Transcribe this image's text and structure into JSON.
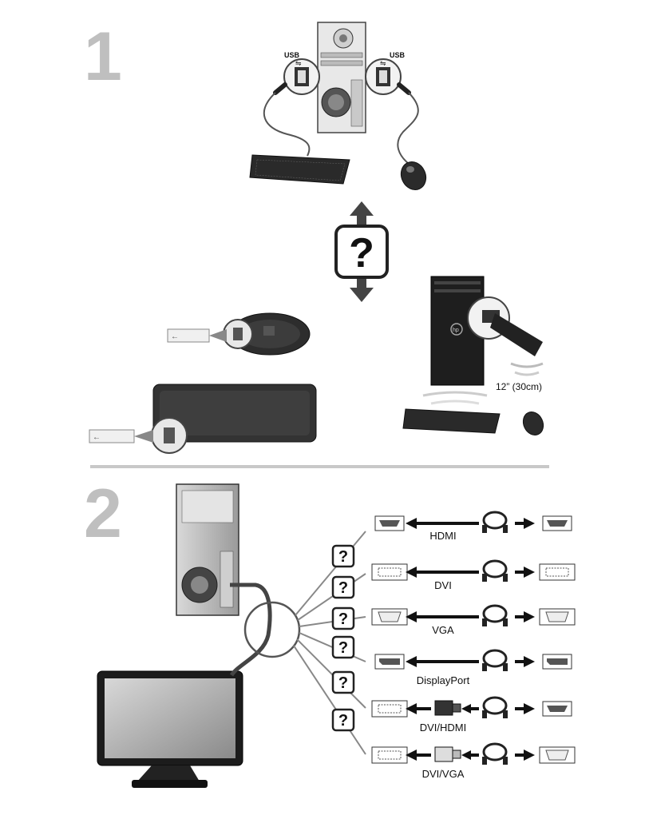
{
  "step1": {
    "number": "1",
    "usb_left": "USB",
    "usb_right": "USB",
    "question_mark": "?",
    "distance": "12” (30cm)"
  },
  "step2": {
    "number": "2",
    "question_mark": "?",
    "connections": [
      {
        "label": "HDMI",
        "left_port": "hdmi",
        "adapter": "none",
        "cable": "hdmi",
        "right_port": "hdmi"
      },
      {
        "label": "DVI",
        "left_port": "dvi",
        "adapter": "none",
        "cable": "dvi",
        "right_port": "dvi"
      },
      {
        "label": "VGA",
        "left_port": "vga",
        "adapter": "none",
        "cable": "vga",
        "right_port": "vga"
      },
      {
        "label": "DisplayPort",
        "left_port": "displayport",
        "adapter": "none",
        "cable": "displayport",
        "right_port": "displayport"
      },
      {
        "label": "DVI/HDMI",
        "left_port": "dvi",
        "adapter": "dvi-hdmi",
        "cable": "hdmi",
        "right_port": "hdmi"
      },
      {
        "label": "DVI/VGA",
        "left_port": "dvi",
        "adapter": "dvi-vga",
        "cable": "vga",
        "right_port": "vga"
      }
    ]
  },
  "colors": {
    "step_number": "#bfbfbf",
    "divider": "#c8c8c8",
    "device_dark": "#2a2a2a",
    "cable": "#555555"
  }
}
